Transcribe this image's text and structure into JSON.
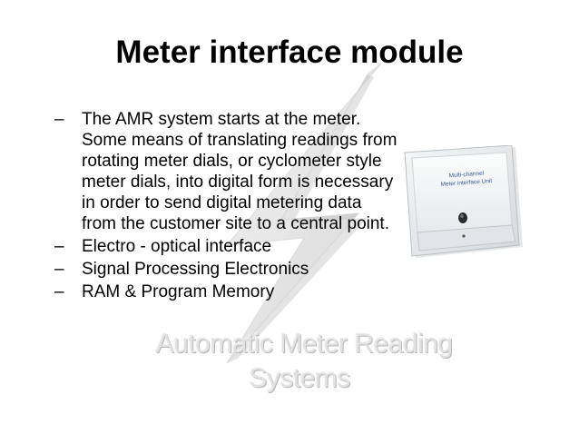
{
  "slide": {
    "title": "Meter interface module",
    "bullets": [
      {
        "marker": "–",
        "text": "The AMR system starts at the meter. Some means of translating readings from rotating meter dials, or cyclometer style meter dials, into digital form is necessary in order to send digital metering data from the customer site to a central point."
      },
      {
        "marker": "–",
        "text": "Electro - optical interface"
      },
      {
        "marker": "–",
        "text": "Signal Processing Electronics"
      },
      {
        "marker": "–",
        "text": "RAM & Program Memory"
      }
    ],
    "watermark": {
      "line1": "Automatic Meter Reading",
      "line2": "Systems"
    },
    "device_image": {
      "label_line1": "Multi-channel",
      "label_line2": "Meter interface Unit",
      "label_color": "#3a5aa0"
    }
  }
}
